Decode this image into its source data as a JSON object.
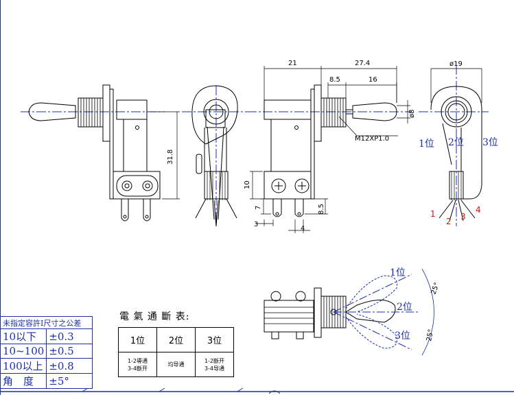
{
  "dimensions": {
    "d21": "21",
    "d27_4": "27.4",
    "d8_5_top": "8.5",
    "d16": "16",
    "d_phi19": "ø19",
    "d_phi8": "ø8",
    "d31_8": "31.8",
    "d10": "10",
    "d7": "7",
    "d3": "3",
    "d4": "4",
    "d8_5_right": "8.5",
    "thread": "M12XP1.0",
    "angle_upper": "25°",
    "angle_lower": "25°"
  },
  "positions": {
    "pos1": "1位",
    "pos2": "2位",
    "pos3": "3位",
    "side_pos1": "1位",
    "side_pos2": "2位",
    "side_pos3": "3位"
  },
  "pins": {
    "p1": "1",
    "p2": "2",
    "p3": "3",
    "p4": "4"
  },
  "tolerance_table": {
    "header": "未指定容許Ⅰ尺寸之公差",
    "rows": [
      {
        "range": "10以下",
        "tol": "±0.3"
      },
      {
        "range": "10~100",
        "tol": "±0.5"
      },
      {
        "range": "100以上",
        "tol": "±0.8"
      },
      {
        "range": "角　度",
        "tol": "±5°"
      }
    ]
  },
  "electrical_table": {
    "title": "電 氣 通 斷 表:",
    "headers": [
      "1位",
      "2位",
      "3位"
    ],
    "cells": [
      {
        "line1": "1-2導通",
        "line2": "3-4斷开"
      },
      {
        "line1": "均导通",
        "line2": ""
      },
      {
        "line1": "1-2斷开",
        "line2": "3-4导通"
      }
    ]
  },
  "colors": {
    "line": "#000000",
    "centerline": "#1b2ea8",
    "blue_text": "#1b2ea8",
    "pin_red": "#d01010"
  }
}
